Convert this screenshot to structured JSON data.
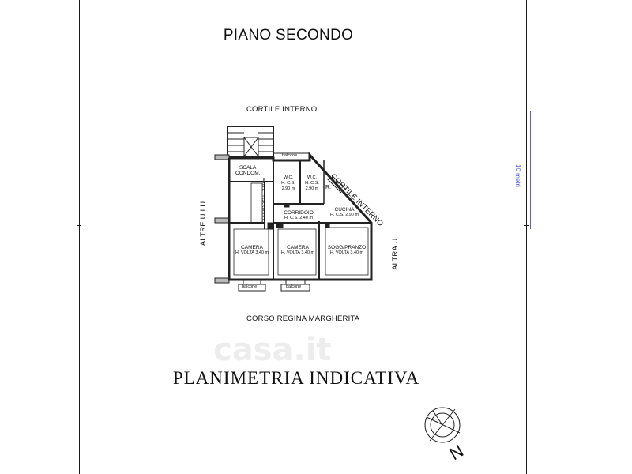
{
  "title": "PIANO SECONDO",
  "footer": "PLANIMETRIA INDICATIVA",
  "watermark": "casa.it",
  "scale_label": "10 metri",
  "compass_letter": "N",
  "surroundings": {
    "top": "CORTILE INTERNO",
    "diagonal": "CORTILE INTERNO",
    "left": "ALTRE U.I.U.",
    "right": "ALTRA U.I.",
    "bottom": "CORSO REGINA MARGHERITA"
  },
  "rooms": {
    "scala": {
      "name": "SCALA",
      "name2": "CONDOM."
    },
    "balcone_top": "balcone",
    "corridoio_v": {
      "name": "CORRIDOIO",
      "height": "H. 3.60 m"
    },
    "wc1": {
      "name": "W.C.",
      "height": "H. C.S.",
      "value": "2.90 m"
    },
    "wc2": {
      "name": "W.C.",
      "height": "H. C.S.",
      "value": "2.90 m"
    },
    "r_label": "R.",
    "cucina": {
      "name": "CUCINA",
      "height": "H. C.S. 2.90 m"
    },
    "corridoio_h": {
      "name": "CORRIDOIO",
      "height": "H. C.S. 2.40 m"
    },
    "camera1": {
      "name": "CAMERA",
      "height": "H. VOLTA 3.40 m"
    },
    "camera2": {
      "name": "CAMERA",
      "height": "H. VOLTA 3.40 m"
    },
    "soggiorno": {
      "name": "SOGG/PRANZO",
      "height": "H. VOLTA 3.40 m"
    },
    "balcone_b1": "balcone",
    "balcone_b2": "balcone"
  }
}
